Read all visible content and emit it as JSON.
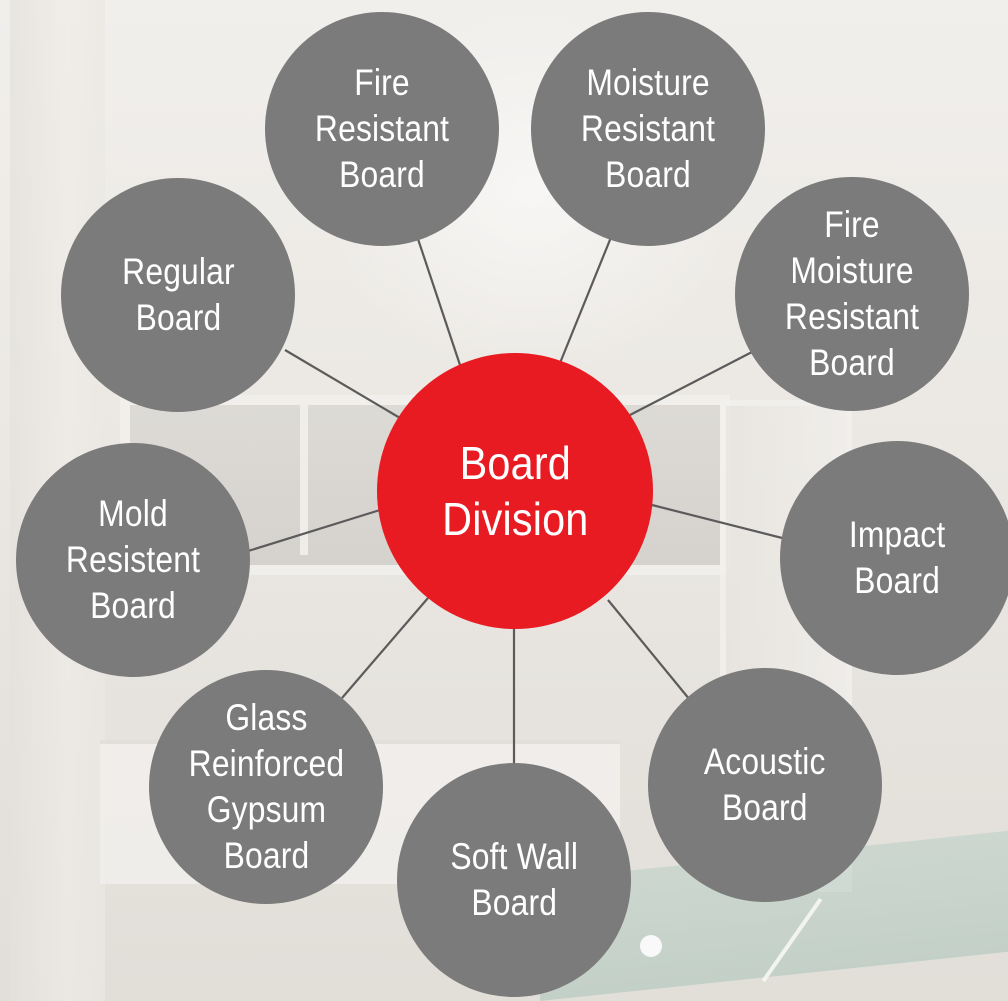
{
  "diagram": {
    "center": {
      "label": "Board\nDivision",
      "color": "#e81b23"
    },
    "node_color": "#7b7b7b",
    "connector_color": "#5b5b5b",
    "nodes": [
      {
        "id": "fire-resistant",
        "label": "Fire\nResistant\nBoard"
      },
      {
        "id": "moisture-resistant",
        "label": "Moisture\nResistant\nBoard"
      },
      {
        "id": "fire-moisture-resistant",
        "label": "Fire\nMoisture\nResistant\nBoard"
      },
      {
        "id": "impact",
        "label": "Impact\nBoard"
      },
      {
        "id": "acoustic",
        "label": "Acoustic\nBoard"
      },
      {
        "id": "soft-wall",
        "label": "Soft Wall\nBoard"
      },
      {
        "id": "glass-reinforced-gypsum",
        "label": "Glass\nReinforced\nGypsum\nBoard"
      },
      {
        "id": "mold-resistent",
        "label": "Mold\nResistent\nBoard"
      },
      {
        "id": "regular",
        "label": "Regular\nBoard"
      }
    ]
  }
}
